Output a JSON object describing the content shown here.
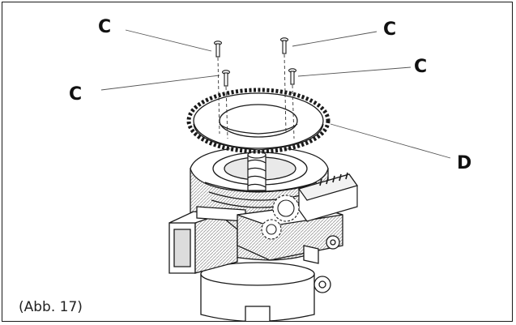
{
  "figure": {
    "caption": "(Abb. 17)",
    "callouts": {
      "screw_top_left": "C",
      "screw_top_right": "C",
      "screw_lower_left": "C",
      "screw_lower_right": "C",
      "gear_ring": "D"
    }
  },
  "colors": {
    "line": "#1a1a1a",
    "fill": "#ffffff",
    "shade": "#bdbdbd"
  }
}
